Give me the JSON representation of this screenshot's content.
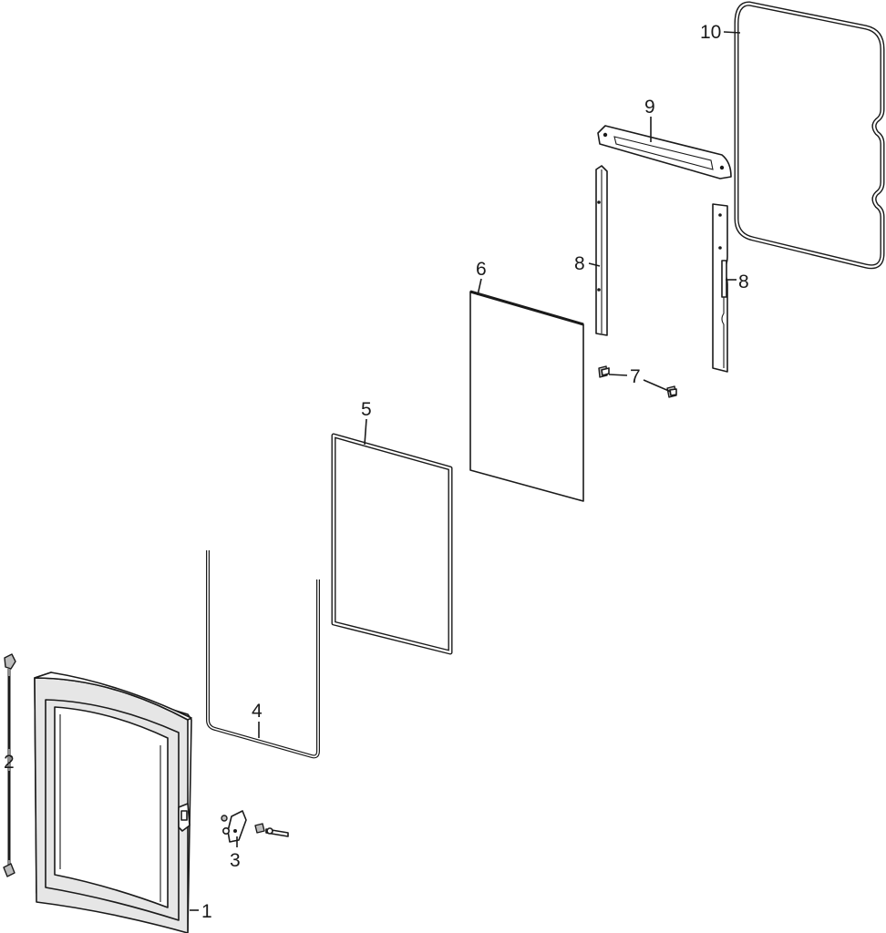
{
  "callouts": {
    "c1": "1",
    "c2": "2",
    "c3": "3",
    "c4": "4",
    "c5": "5",
    "c6": "6",
    "c7": "7",
    "c8a": "8",
    "c8b": "8",
    "c9": "9",
    "c10": "10"
  },
  "parts": [
    {
      "id": "1",
      "name": "door-panel"
    },
    {
      "id": "2",
      "name": "door-stop-rod"
    },
    {
      "id": "3",
      "name": "hinge-hardware"
    },
    {
      "id": "4",
      "name": "u-channel-trim"
    },
    {
      "id": "5",
      "name": "glass-frame-gasket"
    },
    {
      "id": "6",
      "name": "glass-panel"
    },
    {
      "id": "7",
      "name": "clips"
    },
    {
      "id": "8",
      "name": "side-rails"
    },
    {
      "id": "9",
      "name": "top-bracket"
    },
    {
      "id": "10",
      "name": "door-gasket"
    }
  ]
}
